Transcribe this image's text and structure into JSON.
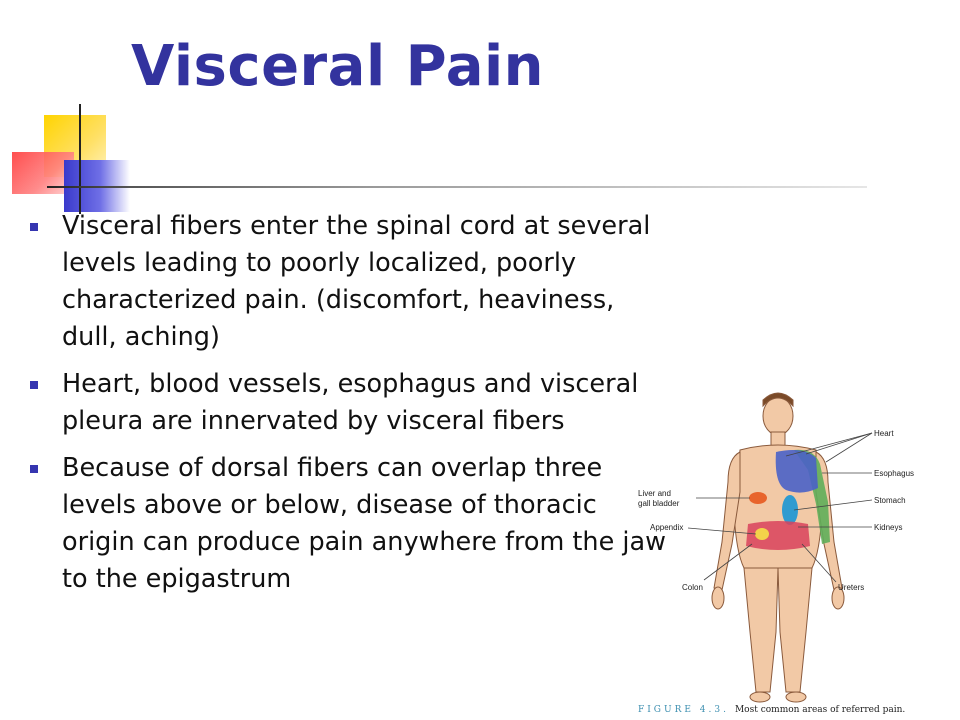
{
  "slide": {
    "title": "Visceral Pain",
    "bullets": [
      "Visceral fibers enter the spinal cord at several levels leading to poorly localized, poorly characterized pain. (discomfort, heaviness, dull, aching)",
      "Heart, blood vessels, esophagus and visceral pleura are innervated by visceral fibers",
      "Because of dorsal fibers can overlap three levels above or below, disease of thoracic origin can produce pain anywhere from the jaw to the epigastrum"
    ]
  },
  "figure": {
    "labels": {
      "heart": "Heart",
      "esophagus": "Esophagus",
      "stomach": "Stomach",
      "kidneys": "Kidneys",
      "ureters": "Ureters",
      "liver_line1": "Liver and",
      "liver_line2": "gall bladder",
      "appendix": "Appendix",
      "colon": "Colon"
    },
    "caption_number": "FIGURE 4.3.",
    "caption_text": "Most common areas of referred pain."
  },
  "colors": {
    "title": "#33339e",
    "bullet": "#3535b0",
    "skin": "#f2c9a6",
    "heart_region": "#4a62c8",
    "esophagus_region": "#5fae5a",
    "liver_region": "#e8642c",
    "stomach_region": "#2f9bd0",
    "colon_region": "#d9425c"
  }
}
